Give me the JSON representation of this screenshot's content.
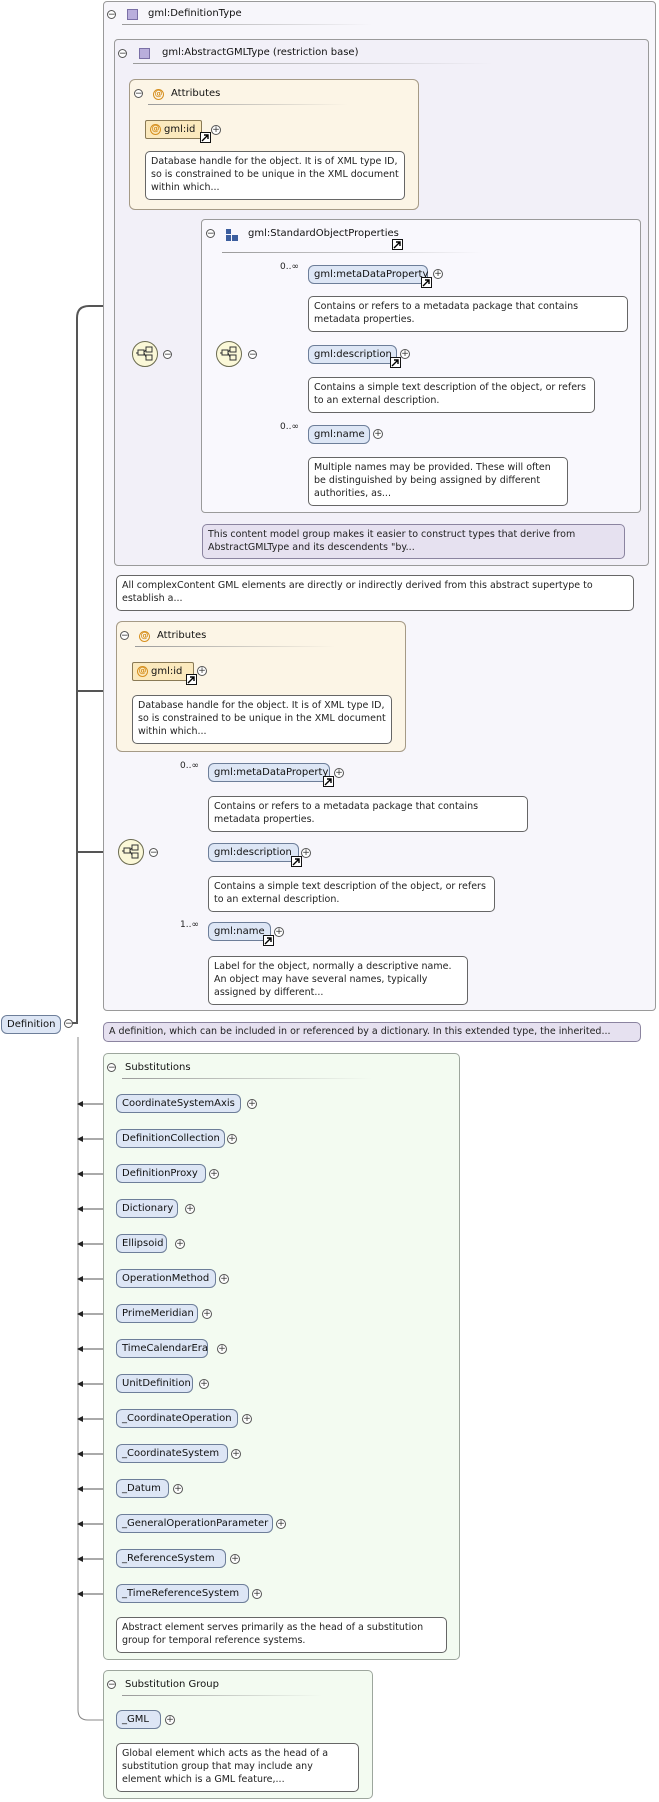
{
  "root": {
    "label": "Definition"
  },
  "definition_type": {
    "title": "gml:DefinitionType",
    "description": "A definition, which can be included in or referenced by a dictionary. In this extended type, the inherited..."
  },
  "abstract_gml_type": {
    "title": "gml:AbstractGMLType (restriction base)",
    "description": "All complexContent GML elements are directly or indirectly derived from this abstract supertype to establish a...",
    "attributes": {
      "title": "Attributes",
      "id_label": "gml:id",
      "id_description": "Database handle for the object. It is of XML type ID, so is constrained to be unique in the XML document within which..."
    },
    "standard_object_properties": {
      "title": "gml:StandardObjectProperties",
      "description": "This content model group makes it easier to construct types that derive from AbstractGMLType and its descendents \"by...",
      "items": [
        {
          "label": "gml:metaDataProperty",
          "mult": "0..∞",
          "description": "Contains or refers to a metadata package that contains metadata properties."
        },
        {
          "label": "gml:description",
          "mult": "",
          "description": "Contains a simple text description of the object, or refers to an external description."
        },
        {
          "label": "gml:name",
          "mult": "0..∞",
          "description": "Multiple names may be provided. These will often be distinguished by being assigned by different authorities, as..."
        }
      ]
    }
  },
  "definition_attributes": {
    "title": "Attributes",
    "id_label": "gml:id",
    "id_description": "Database handle for the object. It is of XML type ID, so is constrained to be unique in the XML document within which..."
  },
  "definition_sequence": [
    {
      "label": "gml:metaDataProperty",
      "mult": "0..∞",
      "description": "Contains or refers to a metadata package that contains metadata properties."
    },
    {
      "label": "gml:description",
      "mult": "",
      "description": "Contains a simple text description of the object, or refers to an external description."
    },
    {
      "label": "gml:name",
      "mult": "1..∞",
      "description": "Label for the object, normally a descriptive name. An object may have several names, typically assigned by different..."
    }
  ],
  "substitutions": {
    "title": "Substitutions",
    "items": [
      "CoordinateSystemAxis",
      "DefinitionCollection",
      "DefinitionProxy",
      "Dictionary",
      "Ellipsoid",
      "OperationMethod",
      "PrimeMeridian",
      "TimeCalendarEra",
      "UnitDefinition",
      "_CoordinateOperation",
      "_CoordinateSystem",
      "_Datum",
      "_GeneralOperationParameter",
      "_ReferenceSystem",
      "_TimeReferenceSystem"
    ],
    "last_description": "Abstract element serves primarily as the head of a substitution group for temporal reference systems."
  },
  "substitution_group": {
    "title": "Substitution Group",
    "item": "_GML",
    "description": "Global element which acts as the head of a substitution group that may include any element which is a GML feature,..."
  }
}
